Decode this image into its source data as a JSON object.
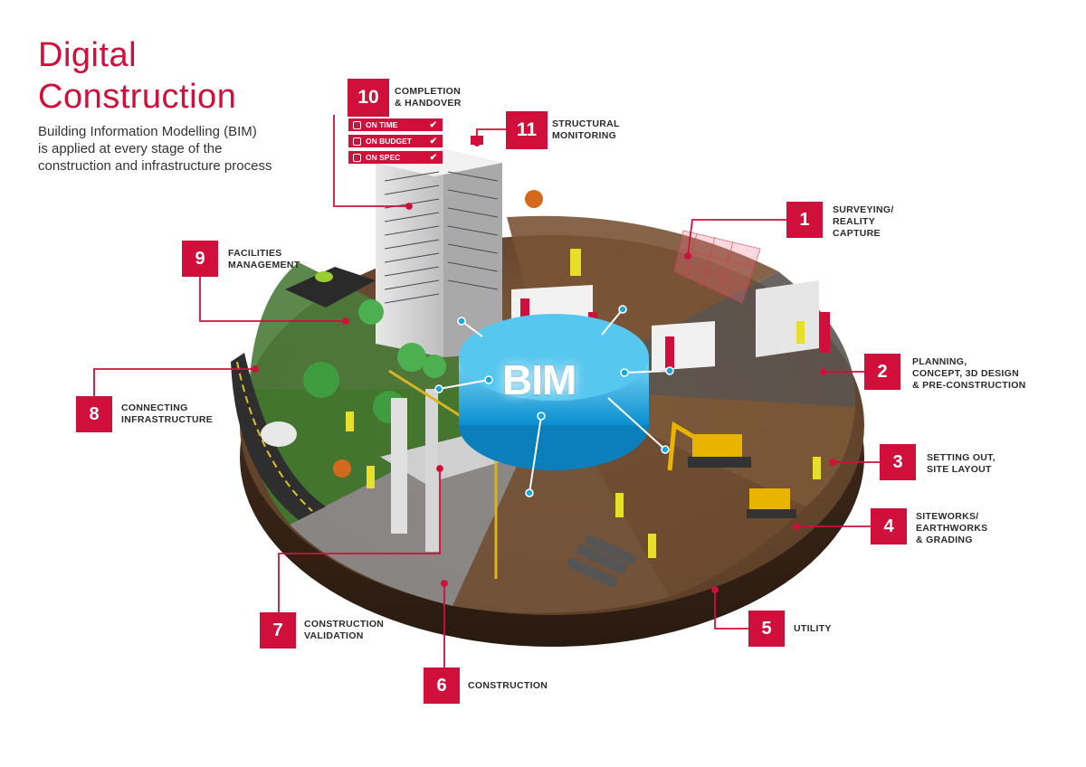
{
  "header": {
    "title_line1": "Digital",
    "title_line2": "Construction",
    "subtitle_line1": "Building Information Modelling (BIM)",
    "subtitle_line2": "is applied at every stage of the",
    "subtitle_line3": "construction and infrastructure process"
  },
  "hub": {
    "label": "BIM"
  },
  "stages": [
    {
      "number": "1",
      "line1": "SURVEYING/",
      "line2": "REALITY",
      "line3": "CAPTURE"
    },
    {
      "number": "2",
      "line1": "PLANNING,",
      "line2": "CONCEPT, 3D DESIGN",
      "line3": "& PRE-CONSTRUCTION"
    },
    {
      "number": "3",
      "line1": "SETTING OUT,",
      "line2": "SITE LAYOUT",
      "line3": ""
    },
    {
      "number": "4",
      "line1": "SITEWORKS/",
      "line2": "EARTHWORKS",
      "line3": "& GRADING"
    },
    {
      "number": "5",
      "line1": "UTILITY",
      "line2": "",
      "line3": ""
    },
    {
      "number": "6",
      "line1": "CONSTRUCTION",
      "line2": "",
      "line3": ""
    },
    {
      "number": "7",
      "line1": "CONSTRUCTION",
      "line2": "VALIDATION",
      "line3": ""
    },
    {
      "number": "8",
      "line1": "CONNECTING",
      "line2": "INFRASTRUCTURE",
      "line3": ""
    },
    {
      "number": "9",
      "line1": "FACILITIES",
      "line2": "MANAGEMENT",
      "line3": ""
    },
    {
      "number": "10",
      "line1": "COMPLETION",
      "line2": "& HANDOVER",
      "line3": ""
    },
    {
      "number": "11",
      "line1": "STRUCTURAL",
      "line2": "MONITORING",
      "line3": ""
    }
  ],
  "handover_checks": [
    {
      "icon": "clock-icon",
      "label": "ON TIME",
      "mark": "✔"
    },
    {
      "icon": "money-icon",
      "label": "ON BUDGET",
      "mark": "✔"
    },
    {
      "icon": "clipboard-icon",
      "label": "ON SPEC",
      "mark": "✔"
    }
  ],
  "colors": {
    "accent": "#d0103a",
    "bim": "#1aa7e0",
    "soil": "#6b4a2f",
    "text": "#2b2b2b"
  }
}
